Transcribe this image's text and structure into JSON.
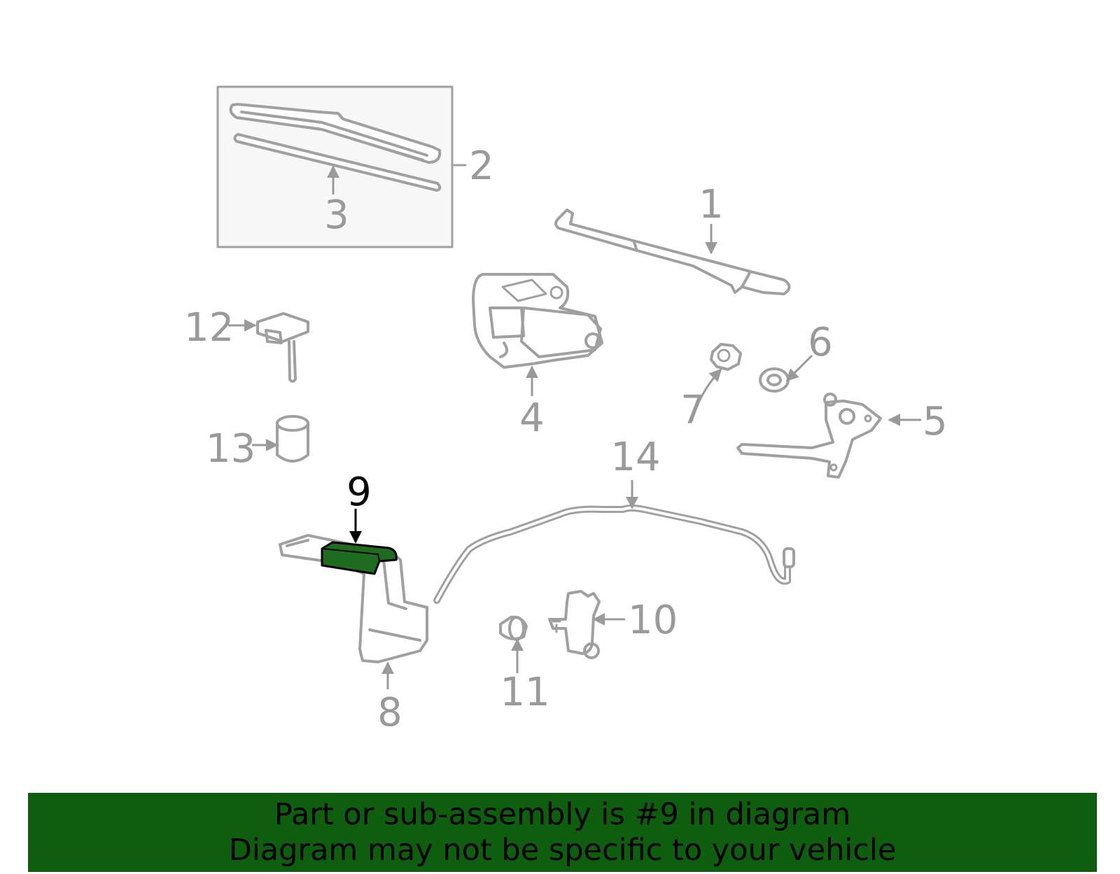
{
  "colors": {
    "line": "#a0a0a0",
    "label": "#9a9a9a",
    "highlight_fill": "#1f6b1f",
    "highlight_label": "#000000",
    "banner_bg": "#0f5e0f",
    "inset_bg": "#f7f7f7"
  },
  "labels": {
    "p1": "1",
    "p2": "2",
    "p3": "3",
    "p4": "4",
    "p5": "5",
    "p6": "6",
    "p7": "7",
    "p8": "8",
    "p9": "9",
    "p10": "10",
    "p11": "11",
    "p12": "12",
    "p13": "13",
    "p14": "14"
  },
  "highlighted_part": "9",
  "banner": {
    "line1": "Part or sub-assembly is #9 in diagram",
    "line2": "Diagram may not be specific to your vehicle"
  }
}
